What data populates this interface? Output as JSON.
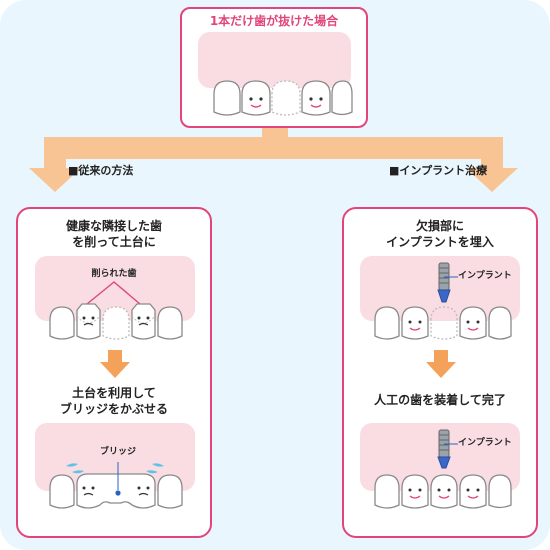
{
  "top": {
    "title": "1本だけ歯が抜けた場合"
  },
  "left_branch": {
    "heading": "■従来の方法",
    "step1": {
      "line1": "健康な隣接した歯",
      "line2": "を削って土台に"
    },
    "cut_label": "削られた歯",
    "step2": {
      "line1": "土台を利用して",
      "line2": "ブリッジをかぶせる"
    },
    "bridge_label": "ブリッジ"
  },
  "right_branch": {
    "heading": "■インプラント治療",
    "step1": {
      "line1": "欠損部に",
      "line2": "インプラントを埋入"
    },
    "implant_label_1": "インプラント",
    "step2": {
      "line1": "人工の歯を装着して完了"
    },
    "implant_label_2": "インプラント"
  },
  "colors": {
    "accent": "#e0457b",
    "arrow": "#f9c494",
    "arrow_small": "#f4a25a",
    "gum": "#f9dde3",
    "tooth_face": "#e0457b"
  }
}
